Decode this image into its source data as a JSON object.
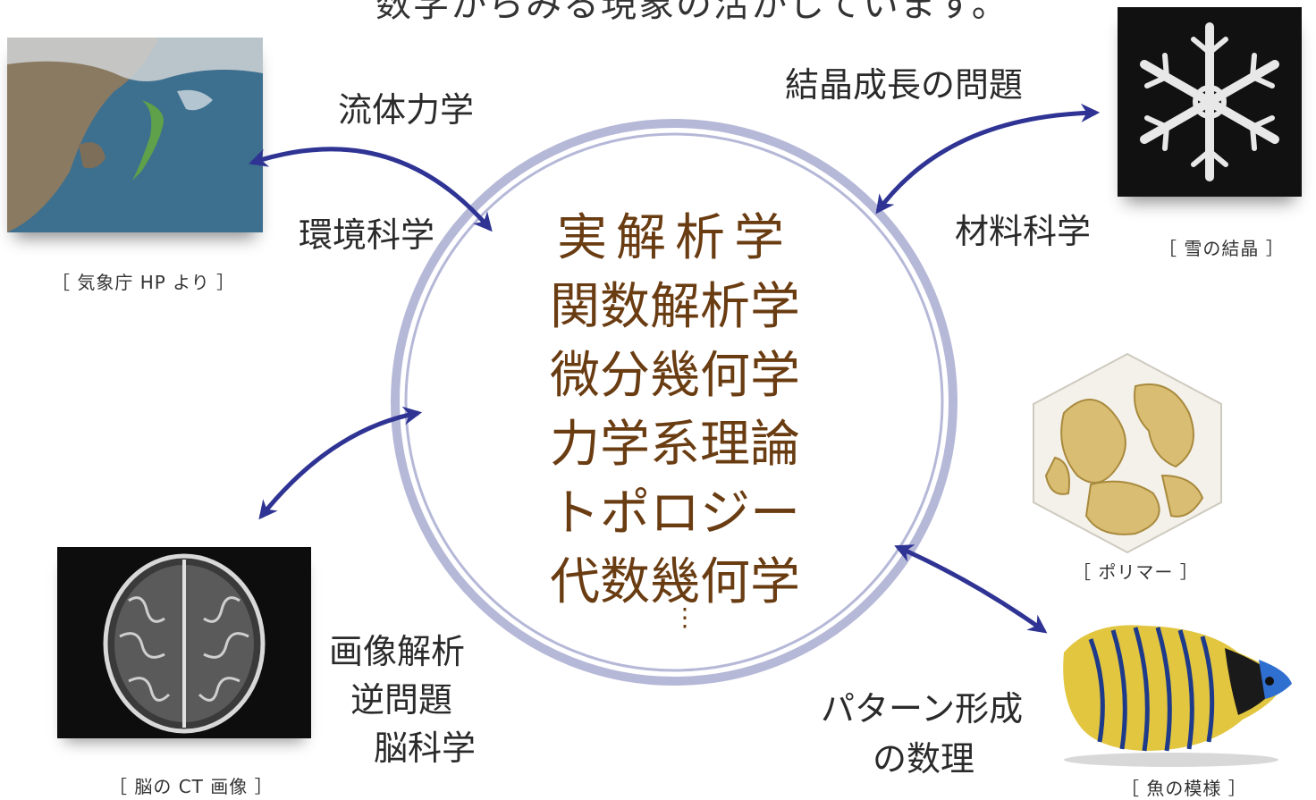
{
  "top_text_partial": "数学からみる現象の活かしています。",
  "center_fields": [
    "実解析学",
    "関数解析学",
    "微分幾何学",
    "力学系理論",
    "トポロジー",
    "代数幾何学"
  ],
  "center_ellipsis": "⋮",
  "labels": {
    "fluid": "流体力学",
    "env": "環境科学",
    "crystal": "結晶成長の問題",
    "material": "材料科学",
    "image1": "画像解析",
    "image2": "逆問題",
    "image3": "脳科学",
    "pattern1": "パターン形成",
    "pattern2": "の数理"
  },
  "captions": {
    "weather": "［ 気象庁 HP より ］",
    "snow": "［ 雪の結晶 ］",
    "polymer": "［ ポリマー ］",
    "brain": "［ 脳の CT 画像 ］",
    "fish": "［ 魚の模様 ］"
  },
  "colors": {
    "ring": "#b6b8d8",
    "arrow": "#2f3494",
    "center_text": "#6a3c12"
  }
}
